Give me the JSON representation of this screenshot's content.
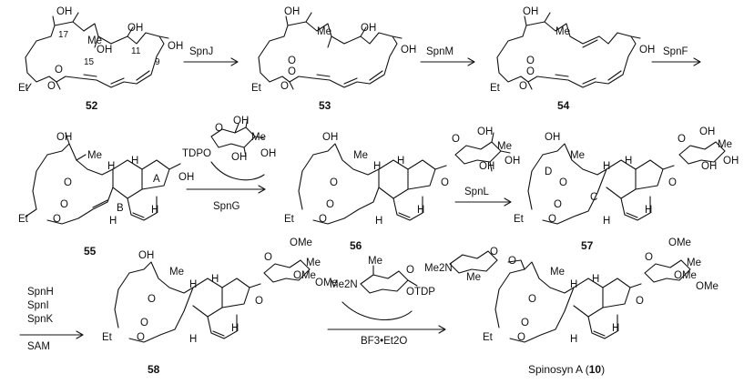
{
  "compounds": {
    "c52": "52",
    "c53": "53",
    "c54": "54",
    "c55": "55",
    "c56": "56",
    "c57": "57",
    "c58": "58",
    "final_name": "Spinosyn A (",
    "final_num": "10",
    "final_close": ")"
  },
  "enzymes": {
    "spnJ": "SpnJ",
    "spnM": "SpnM",
    "spnF": "SpnF",
    "spnG": "SpnG",
    "spnL": "SpnL",
    "spnH": "SpnH",
    "spnI": "SpnI",
    "spnK": "SpnK",
    "sam": "SAM",
    "bf3": "BF3•Et2O"
  },
  "atoms": {
    "oh": "OH",
    "me": "Me",
    "et": "Et",
    "o": "O",
    "h": "H",
    "ome": "OMe",
    "me2n": "Me2N",
    "tdpo": "TDPO",
    "otdp": "OTDP"
  },
  "positions": {
    "p17": "17",
    "p15": "15",
    "p11": "11",
    "p9": "9"
  },
  "rings": {
    "a": "A",
    "b": "B",
    "c": "C",
    "d": "D"
  }
}
